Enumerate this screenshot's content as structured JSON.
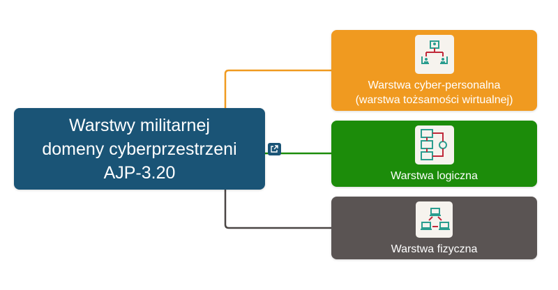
{
  "root": {
    "line1": "Warstwy militarnej",
    "line2": "domeny cyberprzestrzeni",
    "line3": "AJP-3.20"
  },
  "children": [
    {
      "line1": "Warstwa cyber-personalna",
      "line2": "(warstwa tożsamości wirtualnej)",
      "color": "#f09a20",
      "icon": "org-chart-icon"
    },
    {
      "line1": "Warstwa logiczna",
      "color": "#1c8c0a",
      "icon": "flowchart-icon"
    },
    {
      "line1": "Warstwa fizyczna",
      "color": "#5a5453",
      "icon": "network-computers-icon"
    }
  ]
}
